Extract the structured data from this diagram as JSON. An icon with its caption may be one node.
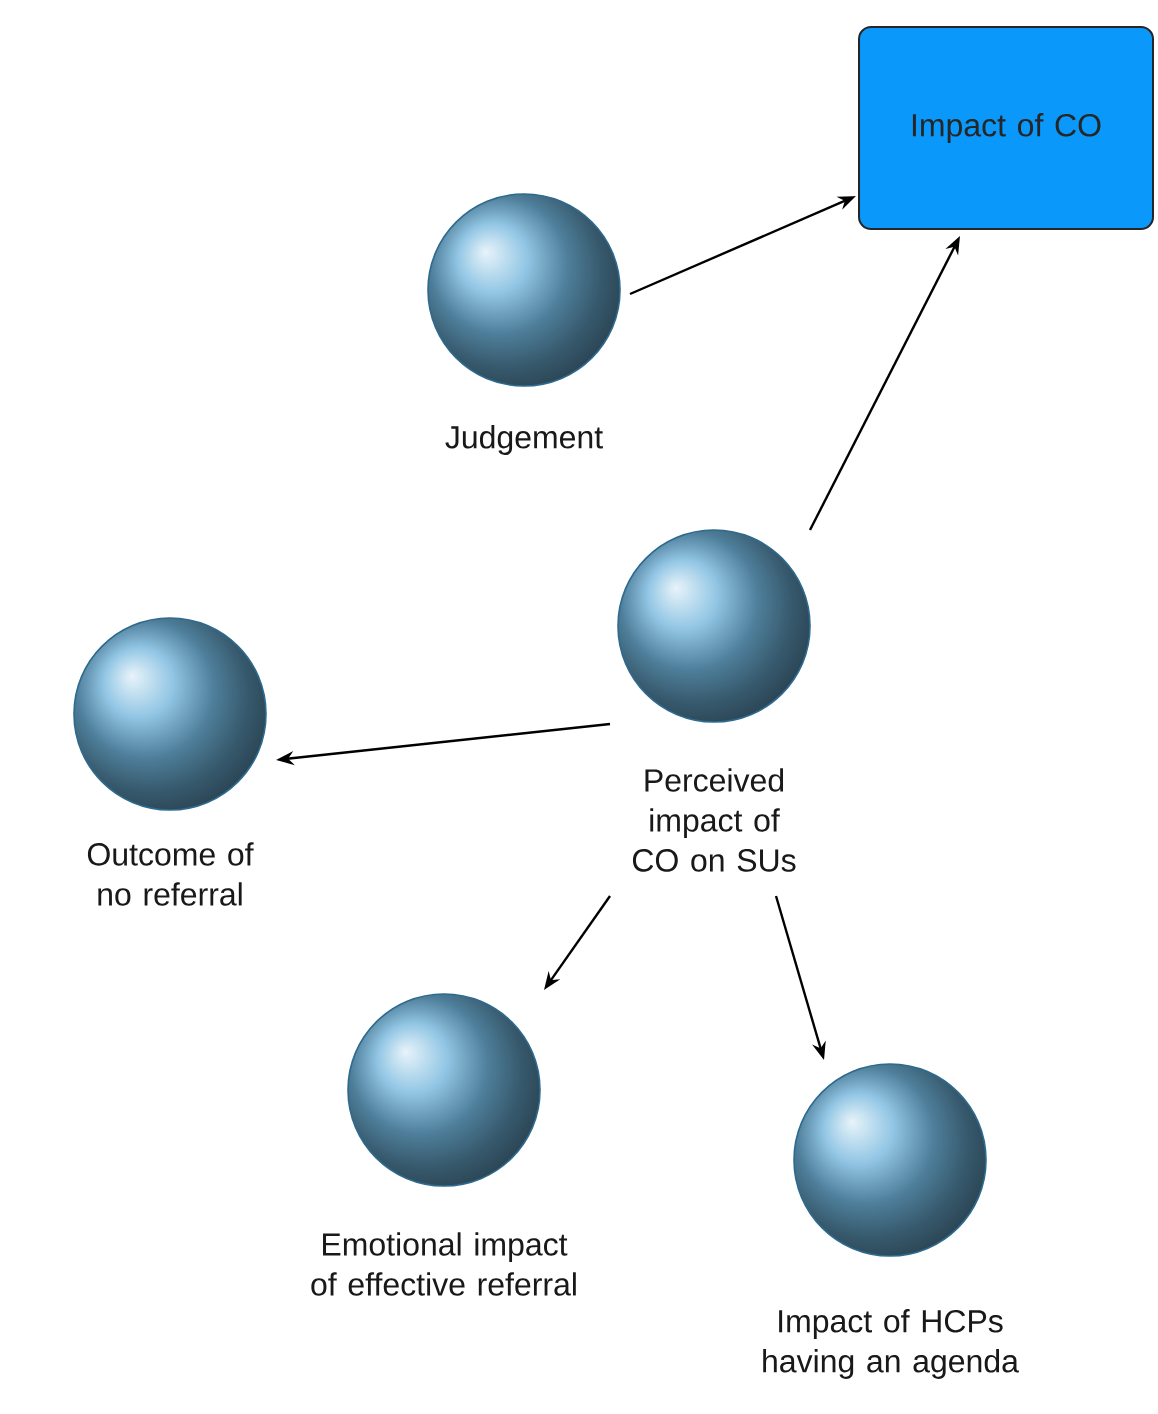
{
  "diagram": {
    "nodes": [
      {
        "text": [
          "Impact of CO"
        ]
      },
      {
        "text": [
          "Judgement"
        ]
      },
      {
        "text": [
          "Perceived impact of CO on SUs"
        ]
      },
      {
        "text": [
          "Outcome of no referral"
        ]
      },
      {
        "text": [
          "Emotional impact of effective referral"
        ]
      },
      {
        "text": [
          "Impact of HCPs having an agenda"
        ]
      }
    ],
    "edges": [
      {
        "from": 1,
        "to": 0,
        "arrow": "to"
      },
      {
        "from": 2,
        "to": 0,
        "arrow": "to"
      },
      {
        "from": 2,
        "to": 3,
        "arrow": "to"
      },
      {
        "from": 2,
        "to": 4,
        "arrow": "to"
      },
      {
        "from": 2,
        "to": 5,
        "arrow": "to"
      }
    ]
  }
}
